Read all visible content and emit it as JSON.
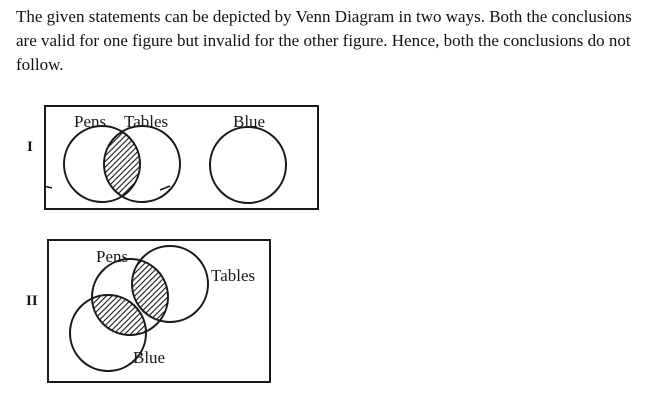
{
  "explanation": "The given statements can be depicted by Venn Diagram in two ways. Both the conclusions are valid for one figure but invalid for the other figure. Hence, both the conclusions do not follow.",
  "figures": [
    {
      "id": "I",
      "label": "I",
      "sets": {
        "pens": "Pens",
        "tables": "Tables",
        "blue": "Blue"
      }
    },
    {
      "id": "II",
      "label": "II",
      "sets": {
        "pens": "Pens",
        "tables": "Tables",
        "blue": "Blue"
      }
    }
  ],
  "colors": {
    "text": "#111111",
    "stroke": "#1a1a1a",
    "background": "#ffffff"
  }
}
